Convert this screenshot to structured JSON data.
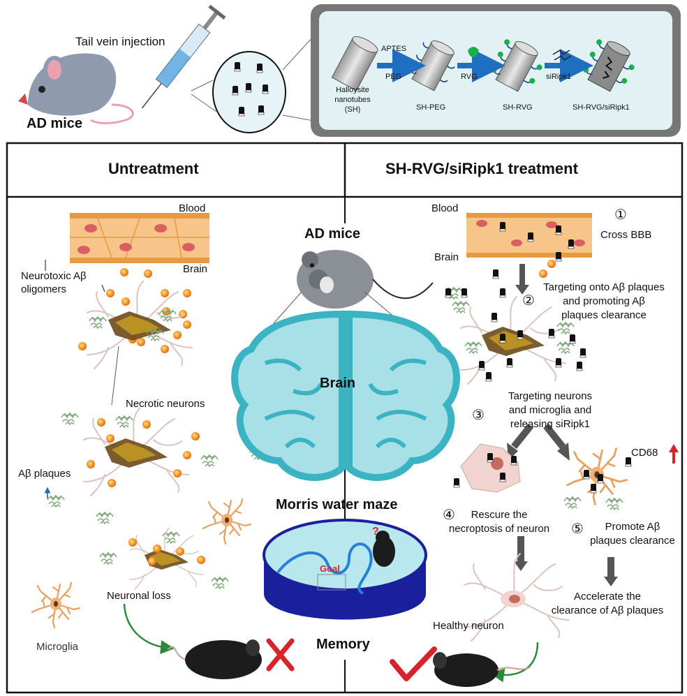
{
  "top": {
    "tail_vein": "Tail vein injection",
    "ad_mice": "AD mice",
    "steps": {
      "aptes": "APTES",
      "peg": "PEG",
      "rvg": "RVG",
      "sirip": "siRipk1",
      "halloysite": "Halloysite\nnanotubes\n(SH)",
      "sh_peg": "SH-PEG",
      "sh_rvg": "SH-RVG",
      "sh_rvg_sirip": "SH-RVG/siRipk1"
    }
  },
  "headers": {
    "left": "Untreatment",
    "right": "SH-RVG/siRipk1 treatment"
  },
  "left": {
    "blood": "Blood",
    "brain": "Brain",
    "neurotoxic": "Neurotoxic Aβ\noligomers",
    "necrotic": "Necrotic neurons",
    "plaques": "Aβ plaques",
    "neuronal_loss": "Neuronal loss",
    "microglia": "Microglia"
  },
  "center": {
    "ad_mice": "AD mice",
    "brain": "Brain",
    "morris": "Morris water maze",
    "goal": "Goal",
    "memory": "Memory"
  },
  "right": {
    "blood": "Blood",
    "brain": "Brain",
    "num1": "①",
    "cross_bbb": "Cross BBB",
    "num2": "②",
    "targeting_plaques": "Targeting onto Aβ plaques\nand promoting Aβ\nplaques clearance",
    "num3": "③",
    "targeting_neurons": "Targeting neurons\nand microglia and\nreleasing siRipk1",
    "cd68": "CD68",
    "num4": "④",
    "rescue": "Rescure the\nnecroptosis of neuron",
    "num5": "⑤",
    "promote": "Promote Aβ\nplaques clearance",
    "accelerate": "Accelerate the\nclearance of Aβ plaques",
    "healthy": "Healthy neuron"
  },
  "colors": {
    "arrow_blue": "#1f6fc0",
    "arrow_gray": "#555555",
    "green_arrow": "#2a8a3a",
    "red": "#d8232a",
    "brain": "#a8e0e8",
    "brain_edge": "#3bb3c3",
    "vessel": "#f2b36b",
    "amyloid": "#f08a1c",
    "plaque": "#8fb58a",
    "microglia": "#e8a060",
    "neuron_body": "#6b4a1a"
  },
  "icons": [
    "mouse-icon",
    "syringe-icon",
    "nanotube-icon",
    "brain-icon",
    "water-maze-icon",
    "check-icon",
    "cross-icon",
    "up-arrow-icon"
  ]
}
